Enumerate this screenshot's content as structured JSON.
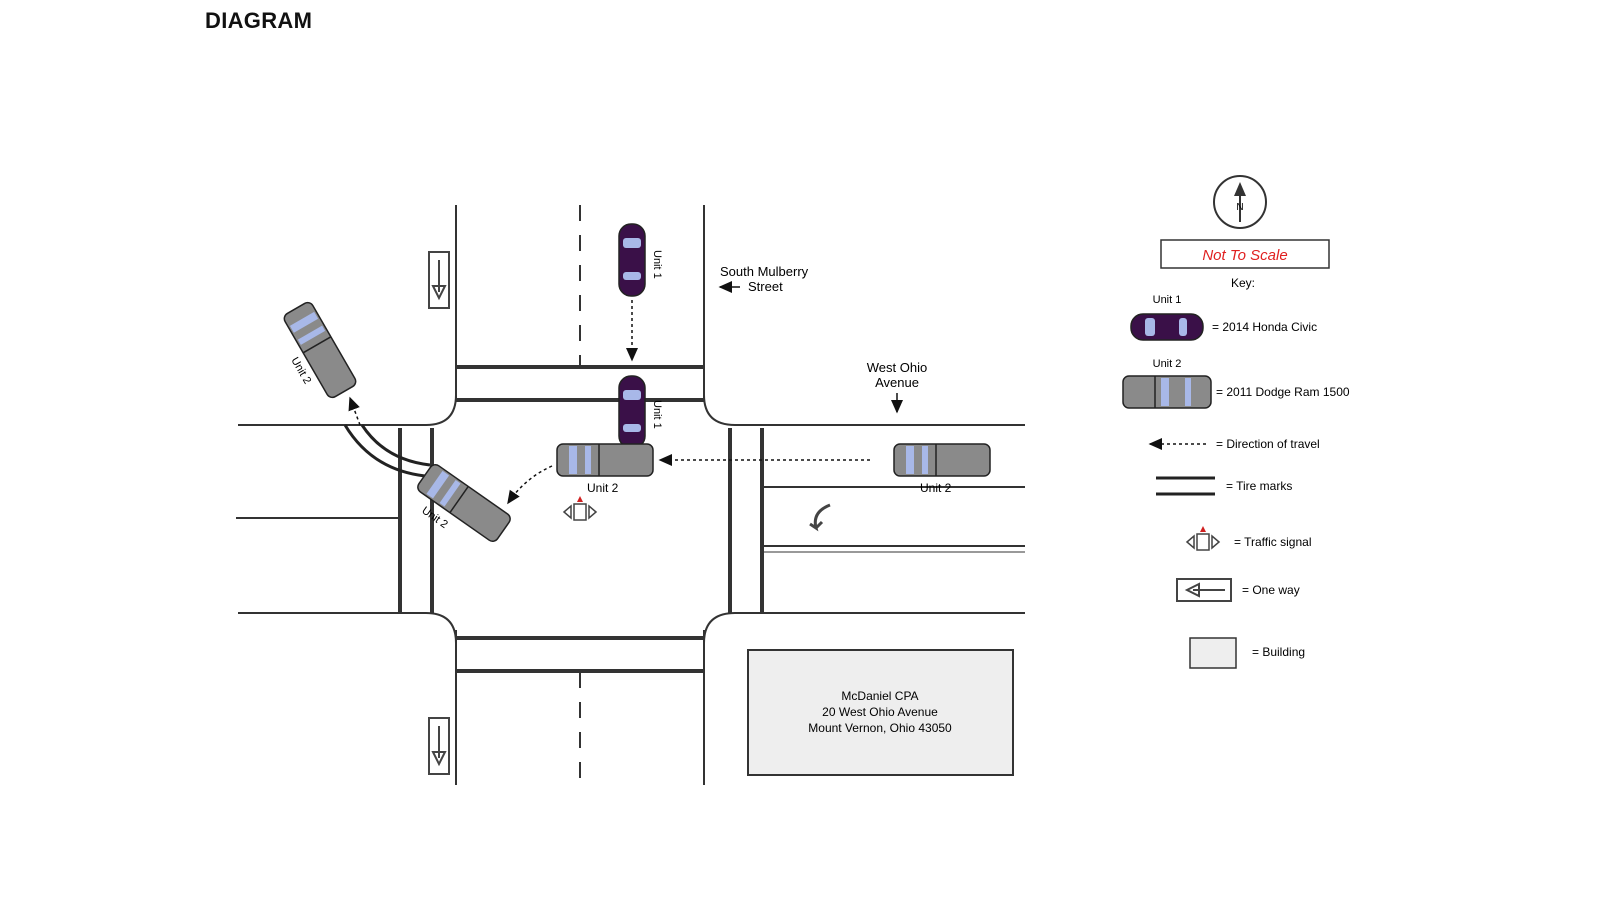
{
  "page": {
    "title": "DIAGRAM"
  },
  "streets": {
    "mulberry": [
      "South Mulberry",
      "Street"
    ],
    "ohio": [
      "West Ohio",
      "Avenue"
    ]
  },
  "units": {
    "unit1_label": "Unit 1",
    "unit2_label": "Unit 2"
  },
  "building": {
    "lines": [
      "McDaniel CPA",
      "20 West Ohio Avenue",
      "Mount Vernon, Ohio 43050"
    ]
  },
  "compass": {
    "letter": "N"
  },
  "scale_note": "Not To Scale",
  "key": {
    "heading": "Key:",
    "unit1_caption": "Unit 1",
    "unit2_caption": "Unit 2",
    "items": [
      {
        "icon": "purple-car-icon",
        "label": "= 2014 Honda Civic"
      },
      {
        "icon": "gray-truck-icon",
        "label": "= 2011 Dodge Ram 1500"
      },
      {
        "icon": "dashed-arrow-icon",
        "label": "= Direction of travel"
      },
      {
        "icon": "tire-marks-icon",
        "label": "= Tire marks"
      },
      {
        "icon": "traffic-signal-icon",
        "label": "= Traffic signal"
      },
      {
        "icon": "one-way-icon",
        "label": "= One way"
      },
      {
        "icon": "building-icon",
        "label": "= Building"
      }
    ]
  },
  "colors": {
    "car": "#3a1048",
    "truck": "#8a8a8a",
    "scale_text": "#e02020",
    "signal_top": "#d02020",
    "building_fill": "#eeeeee"
  }
}
